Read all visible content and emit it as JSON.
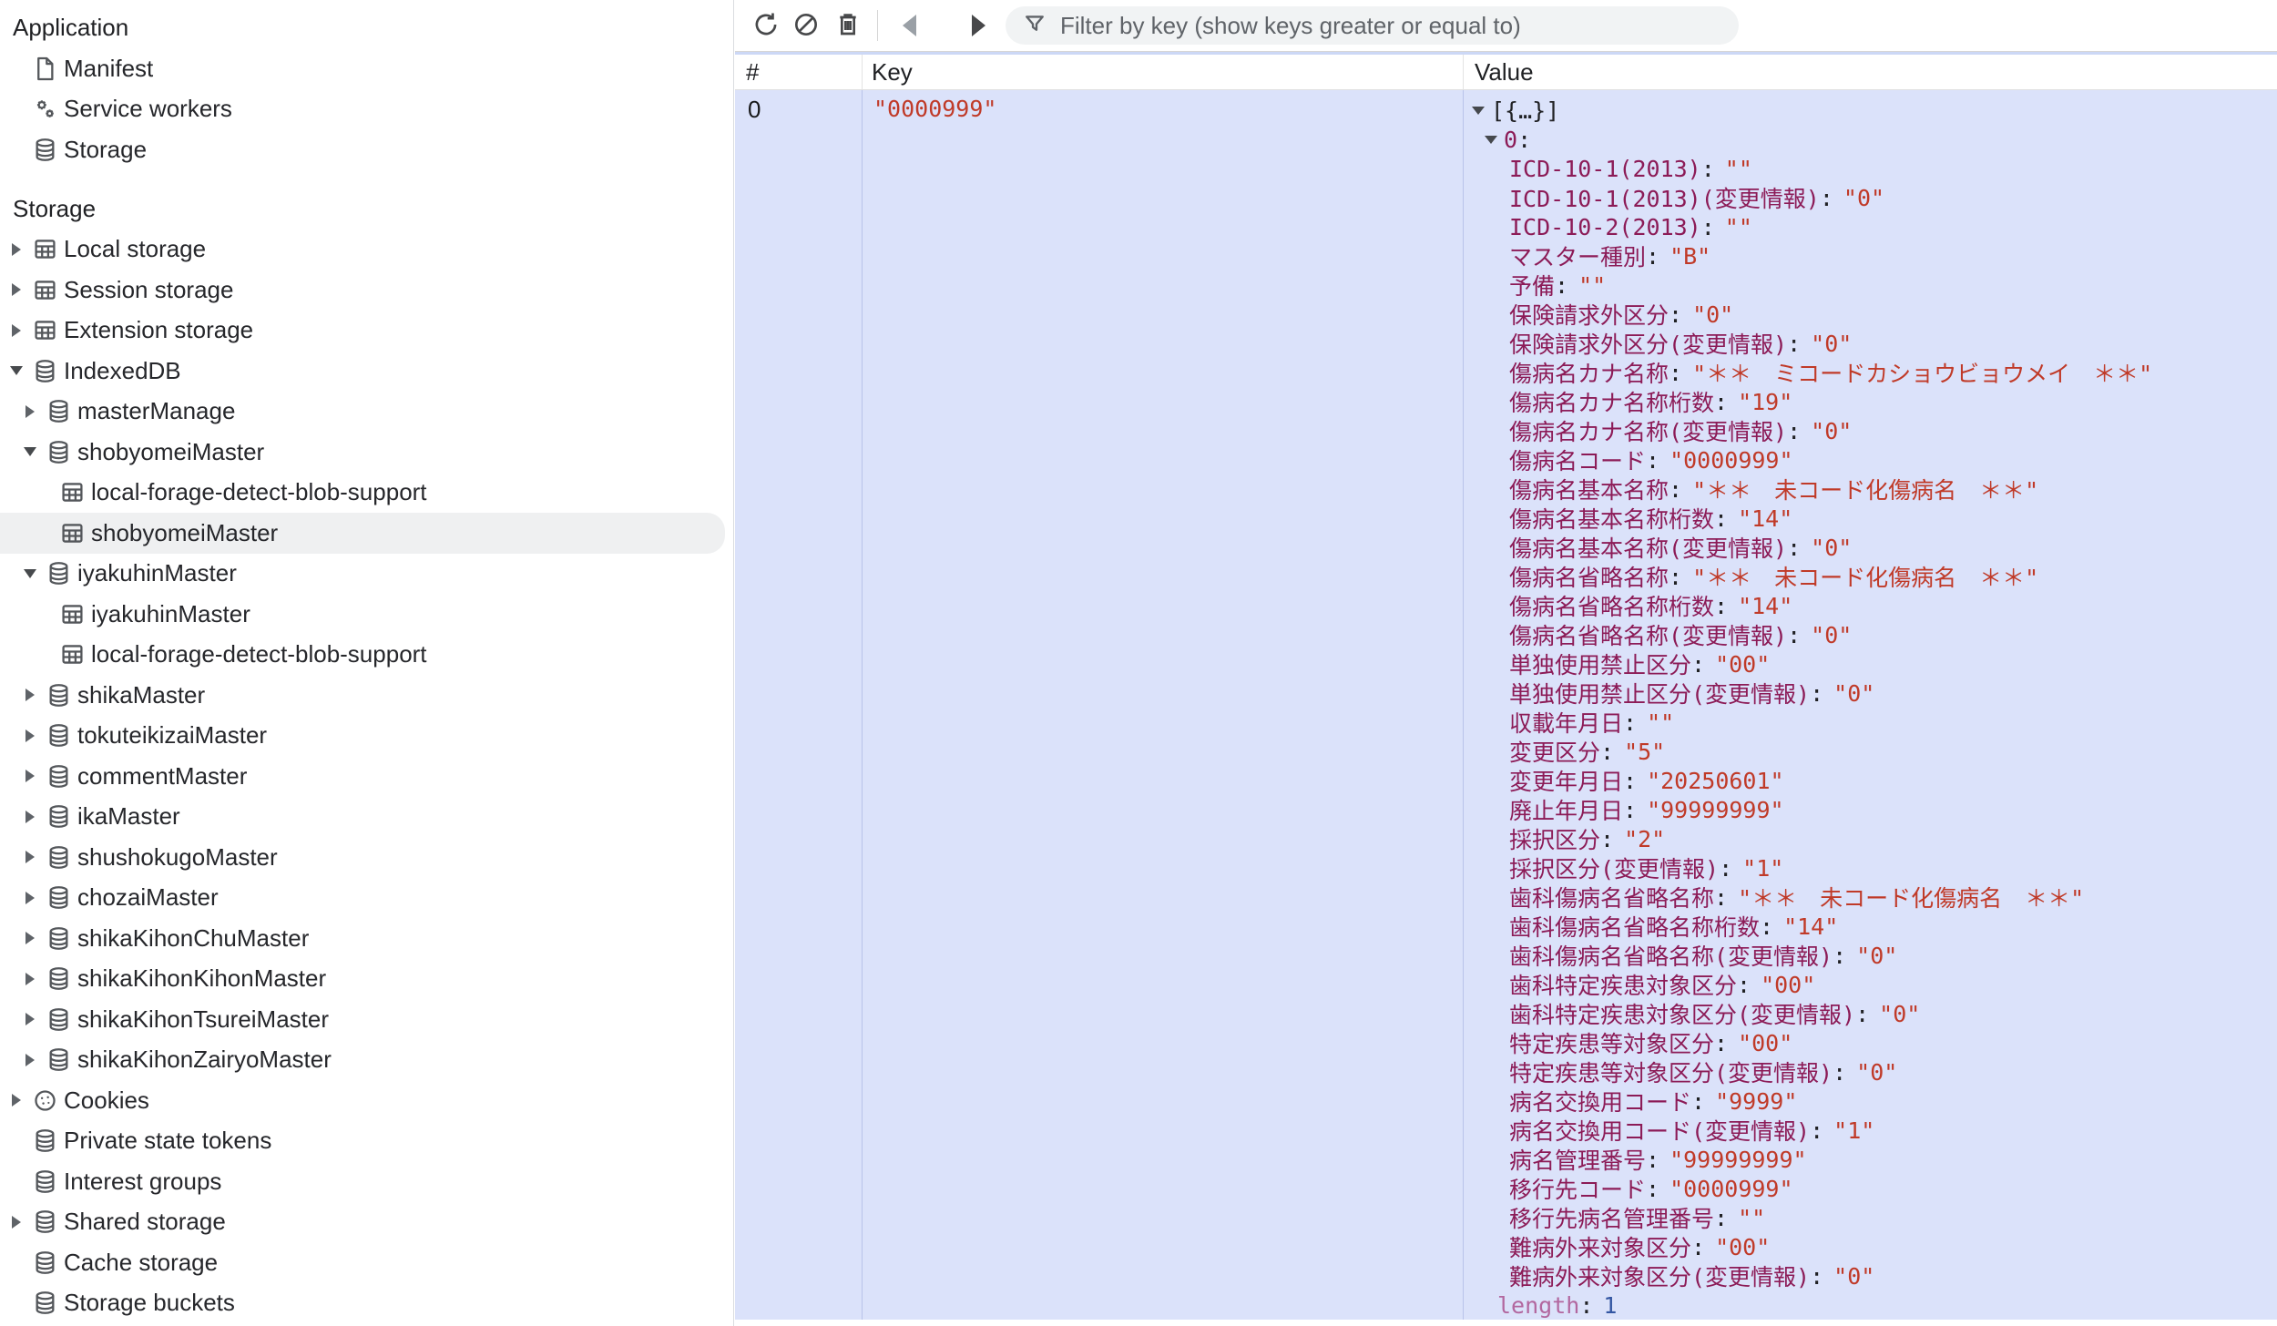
{
  "sidebar": {
    "sections": [
      {
        "title": "Application",
        "items": [
          {
            "label": "Manifest",
            "icon": "document",
            "arrow": "none",
            "level": 1
          },
          {
            "label": "Service workers",
            "icon": "service-worker",
            "arrow": "none",
            "level": 1
          },
          {
            "label": "Storage",
            "icon": "database",
            "arrow": "none",
            "level": 1
          }
        ]
      },
      {
        "title": "Storage",
        "items": [
          {
            "label": "Local storage",
            "icon": "table",
            "arrow": "collapsed",
            "level": 1
          },
          {
            "label": "Session storage",
            "icon": "table",
            "arrow": "collapsed",
            "level": 1
          },
          {
            "label": "Extension storage",
            "icon": "table",
            "arrow": "collapsed",
            "level": 1
          },
          {
            "label": "IndexedDB",
            "icon": "database",
            "arrow": "expanded",
            "level": 1
          },
          {
            "label": "masterManage",
            "icon": "database",
            "arrow": "collapsed",
            "level": 2
          },
          {
            "label": "shobyomeiMaster",
            "icon": "database",
            "arrow": "expanded",
            "level": 2
          },
          {
            "label": "local-forage-detect-blob-support",
            "icon": "table",
            "arrow": "none",
            "level": 3
          },
          {
            "label": "shobyomeiMaster",
            "icon": "table",
            "arrow": "none",
            "level": 3,
            "selected": true
          },
          {
            "label": "iyakuhinMaster",
            "icon": "database",
            "arrow": "expanded",
            "level": 2
          },
          {
            "label": "iyakuhinMaster",
            "icon": "table",
            "arrow": "none",
            "level": 3
          },
          {
            "label": "local-forage-detect-blob-support",
            "icon": "table",
            "arrow": "none",
            "level": 3
          },
          {
            "label": "shikaMaster",
            "icon": "database",
            "arrow": "collapsed",
            "level": 2
          },
          {
            "label": "tokuteikizaiMaster",
            "icon": "database",
            "arrow": "collapsed",
            "level": 2
          },
          {
            "label": "commentMaster",
            "icon": "database",
            "arrow": "collapsed",
            "level": 2
          },
          {
            "label": "ikaMaster",
            "icon": "database",
            "arrow": "collapsed",
            "level": 2
          },
          {
            "label": "shushokugoMaster",
            "icon": "database",
            "arrow": "collapsed",
            "level": 2
          },
          {
            "label": "chozaiMaster",
            "icon": "database",
            "arrow": "collapsed",
            "level": 2
          },
          {
            "label": "shikaKihonChuMaster",
            "icon": "database",
            "arrow": "collapsed",
            "level": 2
          },
          {
            "label": "shikaKihonKihonMaster",
            "icon": "database",
            "arrow": "collapsed",
            "level": 2
          },
          {
            "label": "shikaKihonTsureiMaster",
            "icon": "database",
            "arrow": "collapsed",
            "level": 2
          },
          {
            "label": "shikaKihonZairyoMaster",
            "icon": "database",
            "arrow": "collapsed",
            "level": 2
          },
          {
            "label": "Cookies",
            "icon": "cookie",
            "arrow": "collapsed",
            "level": 1
          },
          {
            "label": "Private state tokens",
            "icon": "database",
            "arrow": "none",
            "level": 1
          },
          {
            "label": "Interest groups",
            "icon": "database",
            "arrow": "none",
            "level": 1
          },
          {
            "label": "Shared storage",
            "icon": "database",
            "arrow": "collapsed",
            "level": 1
          },
          {
            "label": "Cache storage",
            "icon": "database",
            "arrow": "none",
            "level": 1
          },
          {
            "label": "Storage buckets",
            "icon": "database",
            "arrow": "none",
            "level": 1
          }
        ]
      }
    ]
  },
  "toolbar": {
    "buttons": [
      {
        "name": "refresh",
        "enabled": true
      },
      {
        "name": "clear",
        "enabled": true
      },
      {
        "name": "delete-selected",
        "enabled": true
      },
      {
        "name": "page-back",
        "enabled": false
      },
      {
        "name": "page-forward",
        "enabled": true
      }
    ],
    "filter_placeholder": "Filter by key (show keys greater or equal to)"
  },
  "grid": {
    "columns": [
      "#",
      "Key",
      "Value"
    ],
    "row": {
      "index": "0",
      "key": "\"0000999\""
    }
  },
  "value_tree": {
    "root_preview": "[{…}]",
    "index_key": "0",
    "fields": [
      {
        "key": "ICD-10-1(2013)",
        "value": "\"\""
      },
      {
        "key": "ICD-10-1(2013)(変更情報)",
        "value": "\"0\""
      },
      {
        "key": "ICD-10-2(2013)",
        "value": "\"\""
      },
      {
        "key": "マスター種別",
        "value": "\"B\""
      },
      {
        "key": "予備",
        "value": "\"\""
      },
      {
        "key": "保険請求外区分",
        "value": "\"0\""
      },
      {
        "key": "保険請求外区分(変更情報)",
        "value": "\"0\""
      },
      {
        "key": "傷病名カナ名称",
        "value": "\"＊＊　ミコードカショウビョウメイ　＊＊\""
      },
      {
        "key": "傷病名カナ名称桁数",
        "value": "\"19\""
      },
      {
        "key": "傷病名カナ名称(変更情報)",
        "value": "\"0\""
      },
      {
        "key": "傷病名コード",
        "value": "\"0000999\""
      },
      {
        "key": "傷病名基本名称",
        "value": "\"＊＊　未コード化傷病名　＊＊\""
      },
      {
        "key": "傷病名基本名称桁数",
        "value": "\"14\""
      },
      {
        "key": "傷病名基本名称(変更情報)",
        "value": "\"0\""
      },
      {
        "key": "傷病名省略名称",
        "value": "\"＊＊　未コード化傷病名　＊＊\""
      },
      {
        "key": "傷病名省略名称桁数",
        "value": "\"14\""
      },
      {
        "key": "傷病名省略名称(変更情報)",
        "value": "\"0\""
      },
      {
        "key": "単独使用禁止区分",
        "value": "\"00\""
      },
      {
        "key": "単独使用禁止区分(変更情報)",
        "value": "\"0\""
      },
      {
        "key": "収載年月日",
        "value": "\"\""
      },
      {
        "key": "変更区分",
        "value": "\"5\""
      },
      {
        "key": "変更年月日",
        "value": "\"20250601\""
      },
      {
        "key": "廃止年月日",
        "value": "\"99999999\""
      },
      {
        "key": "採択区分",
        "value": "\"2\""
      },
      {
        "key": "採択区分(変更情報)",
        "value": "\"1\""
      },
      {
        "key": "歯科傷病名省略名称",
        "value": "\"＊＊　未コード化傷病名　＊＊\""
      },
      {
        "key": "歯科傷病名省略名称桁数",
        "value": "\"14\""
      },
      {
        "key": "歯科傷病名省略名称(変更情報)",
        "value": "\"0\""
      },
      {
        "key": "歯科特定疾患対象区分",
        "value": "\"00\""
      },
      {
        "key": "歯科特定疾患対象区分(変更情報)",
        "value": "\"0\""
      },
      {
        "key": "特定疾患等対象区分",
        "value": "\"00\""
      },
      {
        "key": "特定疾患等対象区分(変更情報)",
        "value": "\"0\""
      },
      {
        "key": "病名交換用コード",
        "value": "\"9999\""
      },
      {
        "key": "病名交換用コード(変更情報)",
        "value": "\"1\""
      },
      {
        "key": "病名管理番号",
        "value": "\"99999999\""
      },
      {
        "key": "移行先コード",
        "value": "\"0000999\""
      },
      {
        "key": "移行先病名管理番号",
        "value": "\"\""
      },
      {
        "key": "難病外来対象区分",
        "value": "\"00\""
      },
      {
        "key": "難病外来対象区分(変更情報)",
        "value": "\"0\""
      }
    ],
    "length_key": "length",
    "length_value": "1"
  },
  "colors": {
    "row_selection_bg": "#dbe2fa",
    "sidebar_selection_bg": "#eff0f1",
    "tree_key": "#8c1b57",
    "tree_string": "#c03a28",
    "tree_number": "#3356a2",
    "tree_length_key": "#b2679f",
    "icon_gray": "#54575b",
    "accent_line": "#ccd8f6"
  }
}
